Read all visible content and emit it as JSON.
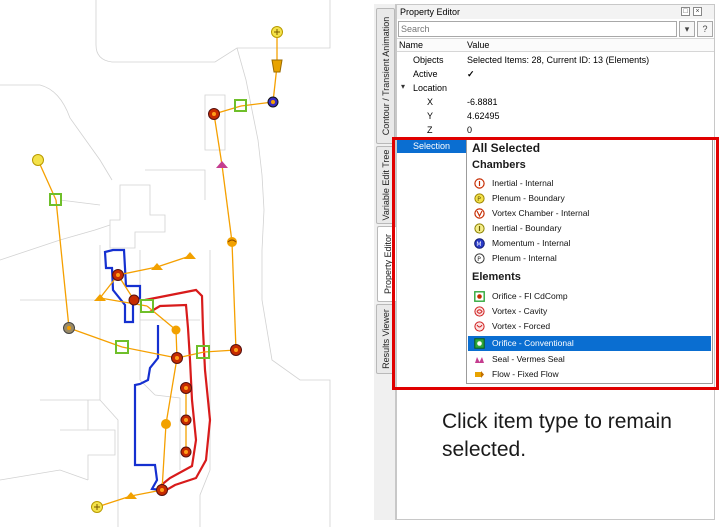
{
  "tabs": [
    {
      "label": "Contour / Transient Animation"
    },
    {
      "label": "Variable Edit Tree"
    },
    {
      "label": "Property Editor"
    },
    {
      "label": "Results Viewer"
    }
  ],
  "panel": {
    "title": "Property Editor",
    "search_placeholder": "Search",
    "search_dropdown_glyph": "▾",
    "help_glyph": "?",
    "columns": {
      "name": "Name",
      "value": "Value"
    },
    "rows": {
      "objects": {
        "name": "Objects",
        "value": "Selected Items: 28, Current ID: 13 (Elements)"
      },
      "active": {
        "name": "Active",
        "value": "✓"
      },
      "location": {
        "name": "Location"
      },
      "x": {
        "name": "X",
        "value": "-6.8881"
      },
      "y": {
        "name": "Y",
        "value": "4.62495"
      },
      "z": {
        "name": "Z",
        "value": "0"
      },
      "selection": {
        "name": "Selection"
      }
    }
  },
  "dropdown": {
    "all_selected": "All Selected",
    "chambers_header": "Chambers",
    "chambers": [
      {
        "label": "Inertial - Internal",
        "icon": "inertial-internal-icon"
      },
      {
        "label": "Plenum - Boundary",
        "icon": "plenum-boundary-icon"
      },
      {
        "label": "Vortex Chamber - Internal",
        "icon": "vortex-chamber-icon"
      },
      {
        "label": "Inertial - Boundary",
        "icon": "inertial-boundary-icon"
      },
      {
        "label": "Momentum - Internal",
        "icon": "momentum-internal-icon"
      },
      {
        "label": "Plenum - Internal",
        "icon": "plenum-internal-icon"
      }
    ],
    "elements_header": "Elements",
    "elements": [
      {
        "label": "Orifice - FI CdComp",
        "icon": "orifice-fi-icon"
      },
      {
        "label": "Vortex - Cavity",
        "icon": "vortex-cavity-icon"
      },
      {
        "label": "Vortex - Forced",
        "icon": "vortex-forced-icon"
      },
      {
        "label": "Orifice - Conventional",
        "icon": "orifice-conventional-icon",
        "highlighted": true
      },
      {
        "label": "Seal - Vermes Seal",
        "icon": "seal-icon"
      },
      {
        "label": "Flow - Fixed Flow",
        "icon": "flow-icon"
      }
    ]
  },
  "colors": {
    "highlight": "#0a6ed1",
    "annotation_box": "#e00000",
    "flow_line": "#f5a000",
    "blue_path": "#1530d0",
    "red_path": "#d81b1b"
  },
  "caption": "Click item type to remain selected."
}
